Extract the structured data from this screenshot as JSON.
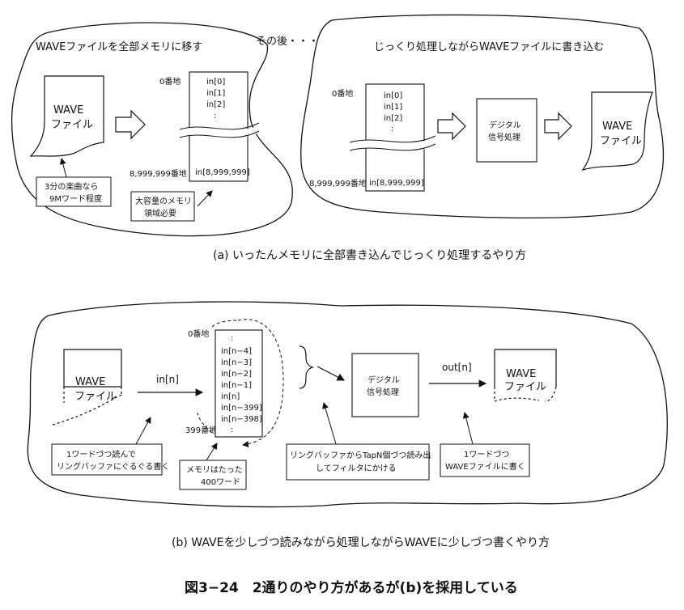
{
  "panel_a": {
    "left_title": "WAVEファイルを全部メモリに移す",
    "then_label": "その後・・・",
    "right_title": "じっくり処理しながらWAVEファイルに書き込む",
    "wave_file_line1": "WAVE",
    "wave_file_line2": "ファイル",
    "addr_zero": "0番地",
    "addr_last": "8,999,999番地",
    "mem_cells": [
      "in[0]",
      "in[1]",
      "in[2]",
      ":"
    ],
    "mem_last": "in[8,999,999]",
    "note_music": [
      "3分の楽曲なら",
      "9Mワード程度"
    ],
    "note_memory": [
      "大容量のメモリ",
      "領域必要"
    ],
    "dsp_line1": "デジタル",
    "dsp_line2": "信号処理",
    "caption": "(a) いったんメモリに全部書き込んでじっくり処理するやり方"
  },
  "panel_b": {
    "wave_file_line1": "WAVE",
    "wave_file_line2": "ファイル",
    "input_label": "in[n]",
    "addr_zero": "0番地",
    "addr_last": "399番地",
    "buffer_cells": [
      ":",
      "in[n−4]",
      "in[n−3]",
      "in[n−2]",
      "in[n−1]",
      "in[n]",
      "in[n−399]",
      "in[n−398]",
      ":"
    ],
    "dsp_line1": "デジタル",
    "dsp_line2": "信号処理",
    "output_label": "out[n]",
    "note_read": [
      "1ワードづつ読んで",
      "リングバッファにぐるぐる書く"
    ],
    "note_memory": [
      "メモリはたった",
      "400ワード"
    ],
    "note_filter": [
      "リングバッファからTapN個づつ読み出",
      "してフィルタにかける"
    ],
    "note_write": [
      "1ワードづつ",
      "WAVEファイルに書く"
    ],
    "caption": "(b) WAVEを少しづつ読みながら処理しながらWAVEに少しづつ書くやり方"
  },
  "figure_caption": "図3−24　2通りのやり方があるが(b)を採用している"
}
